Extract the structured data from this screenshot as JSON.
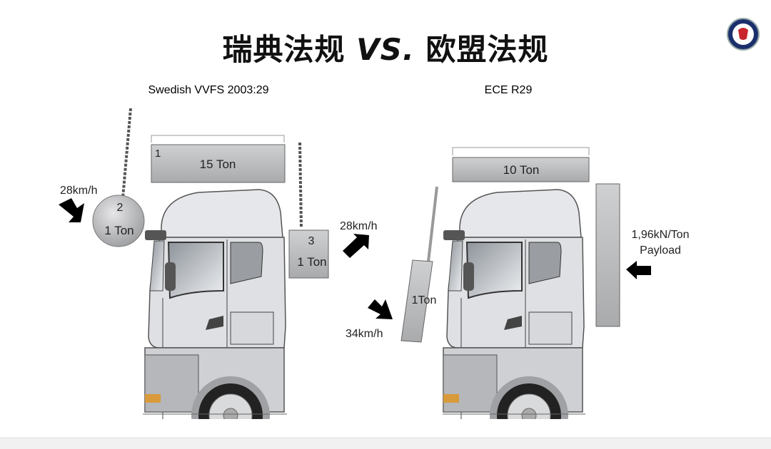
{
  "slide": {
    "title_left": "瑞典法规",
    "title_vs": "VS.",
    "title_right": "欧盟法规"
  },
  "left_panel": {
    "caption": "Swedish VVFS 2003:29",
    "roof_load": {
      "number": "1",
      "label": "15 Ton"
    },
    "front_pendulum": {
      "number": "2",
      "label": "1 Ton",
      "speed": "28km/h"
    },
    "rear_pendulum": {
      "number": "3",
      "label": "1 Ton",
      "speed": "28km/h"
    }
  },
  "right_panel": {
    "caption": "ECE R29",
    "roof_load": {
      "label": "10 Ton"
    },
    "front_impact": {
      "label": "1Ton",
      "speed": "34km/h"
    },
    "rear_wall": {
      "line1": "1,96kN/Ton",
      "line2": "Payload"
    }
  },
  "colors": {
    "block": "#b9b9bb",
    "cab": "#e4e5e8",
    "arrow": "#000000",
    "logo": "#1a2f6b"
  }
}
